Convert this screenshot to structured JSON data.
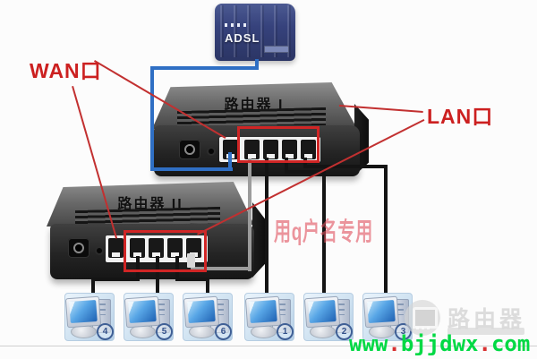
{
  "labels": {
    "wan": "WAN口",
    "lan": "LAN口"
  },
  "devices": {
    "modem": {
      "label": "ADSL"
    },
    "router1": {
      "title": "路由器 I"
    },
    "router2": {
      "title": "路由器 II"
    }
  },
  "computers": [
    {
      "num": "4"
    },
    {
      "num": "5"
    },
    {
      "num": "6"
    },
    {
      "num": "1"
    },
    {
      "num": "2"
    },
    {
      "num": "3"
    }
  ],
  "watermarks": {
    "center_text": "用q户名专用",
    "logo_text": "路由器",
    "url_segments": [
      {
        "text": "www"
      },
      {
        "text": "."
      },
      {
        "text": "bjjdwx"
      },
      {
        "text": "."
      },
      {
        "text": "com"
      }
    ]
  },
  "colors": {
    "annotation_red": "#cc2020",
    "highlight_box_red": "#d02525",
    "cable_blue": "#2f6fc4",
    "cable_gray": "#9c9c9c",
    "cable_black": "#141414",
    "url_green": "#00d944",
    "url_dot_red": "#d83030",
    "watermark_pink": "#e0505e"
  }
}
